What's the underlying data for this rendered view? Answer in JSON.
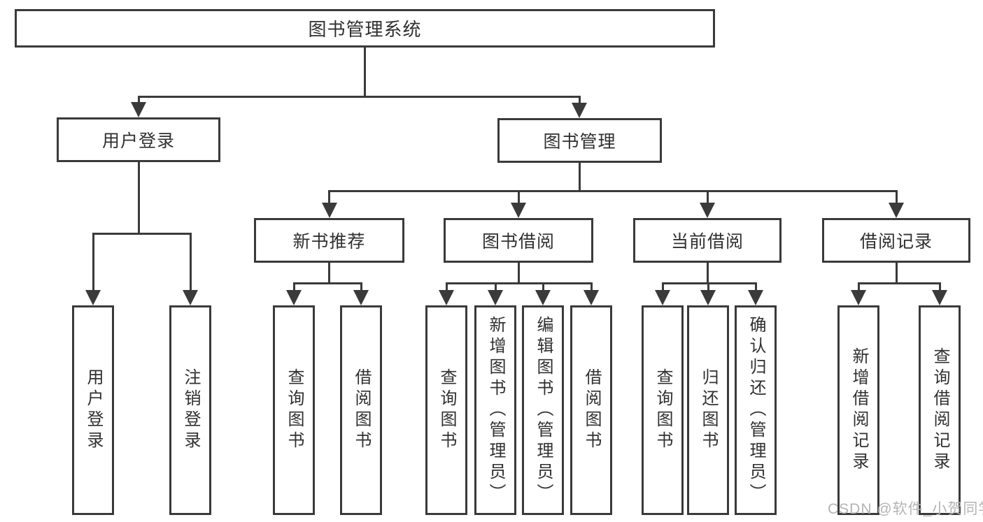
{
  "diagram": {
    "root": {
      "label": "图书管理系统"
    },
    "level2": [
      {
        "label": "用户登录"
      },
      {
        "label": "图书管理"
      }
    ],
    "level3": [
      {
        "label": "新书推荐"
      },
      {
        "label": "图书借阅"
      },
      {
        "label": "当前借阅"
      },
      {
        "label": "借阅记录"
      }
    ],
    "leaves": {
      "user_login": [
        "用户登录",
        "注销登录"
      ],
      "new_books": [
        "查询图书",
        "借阅图书"
      ],
      "book_borrow": [
        "查询图书",
        "新增图书（管理员）",
        "编辑图书（管理员）",
        "借阅图书"
      ],
      "current_borrow": [
        "查询图书",
        "归还图书",
        "确认归还（管理员）"
      ],
      "borrow_records": [
        "新增借阅记录",
        "查询借阅记录"
      ]
    },
    "watermark": "CSDN @软件_小贺同学",
    "colors": {
      "line": "#3a3a3a",
      "text": "#303030",
      "watermark": "#b4b4b4",
      "background": "#ffffff"
    }
  }
}
